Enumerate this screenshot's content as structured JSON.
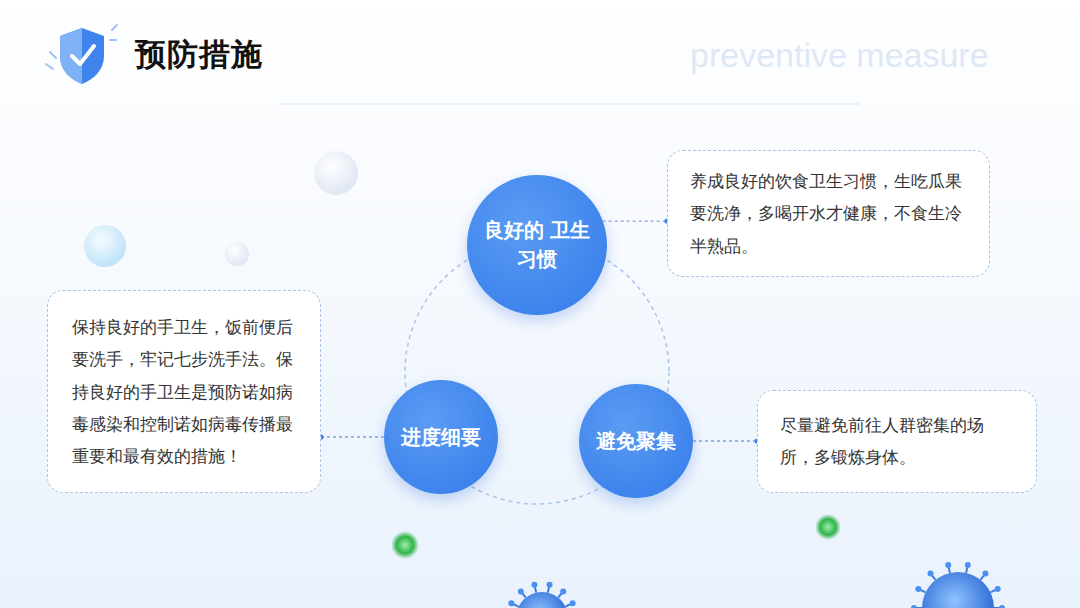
{
  "diagram": {
    "title": "预防措施",
    "nodes": [
      {
        "text": [
          "良好的 卫生习惯"
        ]
      },
      {
        "text": [
          "养成良好的饮食卫生习惯，生吃瓜果要洗净，多喝开水才健康，不食生冷半熟品。"
        ]
      },
      {
        "text": [
          "保持良好的手卫生，饭前便后要洗手，牢记七步洗手法。保持良好的手卫生是预防诺如病毒感染和控制诺如病毒传播最重要和最有效的措施！"
        ]
      },
      {
        "text": [
          "进度细要"
        ]
      },
      {
        "text": [
          "避免聚集"
        ]
      },
      {
        "text": [
          "尽量避免前往人群密集的场所，多锻炼身体。"
        ]
      }
    ],
    "edges": [
      {
        "from": 0,
        "to": 1,
        "arrow": "none"
      },
      {
        "from": 3,
        "to": 2,
        "arrow": "none"
      },
      {
        "from": 4,
        "to": 5,
        "arrow": "none"
      }
    ],
    "labels": [
      "preventive  measure"
    ]
  }
}
